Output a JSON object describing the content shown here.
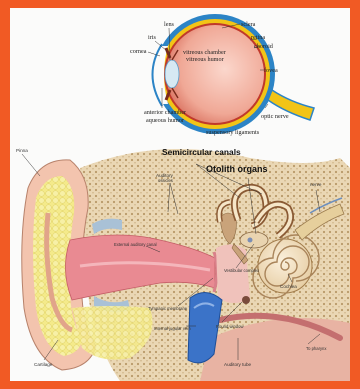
{
  "eye": {
    "labels": {
      "lens": "lens",
      "sclera": "sclera",
      "iris": "iris",
      "retina": "retina",
      "choroid": "choroid",
      "cornea": "cornea",
      "vitreous_chamber": "vitreous chamber",
      "vitreous_humor": "vitreous humor",
      "fovea": "fovea",
      "anterior_chamber": "anterior chamber",
      "aqueous_humor": "aqueous humor",
      "optic_nerve": "optic nerve",
      "suspensory_ligaments": "suspensory ligaments"
    }
  },
  "ear": {
    "headings": {
      "semicircular_canals": "Semicircular canals",
      "otolith_organs": "Otolith organs"
    },
    "labels": {
      "pinna": "Pinna",
      "auditory_ossicles": "Auditory ossicles",
      "nerve": "nerve",
      "external_auditory_canal": "External auditory canal",
      "vestibular_complex": "Vestibular complex",
      "cochlea": "Cochlea",
      "tympanic_membrane": "Tympanic membrane",
      "round_window": "Round window",
      "internal_jugular_vein": "Internal jugular vein",
      "to_pharynx": "To pharynx",
      "cartilage": "Cartilage",
      "auditory_tube": "Auditory tube"
    }
  },
  "colors": {
    "frame": "#f15a24",
    "sclera_band": "#2c84c6",
    "choroid_band": "#f2c417",
    "retina_line": "#c0392b",
    "eyeball": "#f3b6a8",
    "bone": "#ead7b4",
    "canal": "#e98a92",
    "cartilage": "#f2e47a",
    "vein": "#3b73c8"
  }
}
